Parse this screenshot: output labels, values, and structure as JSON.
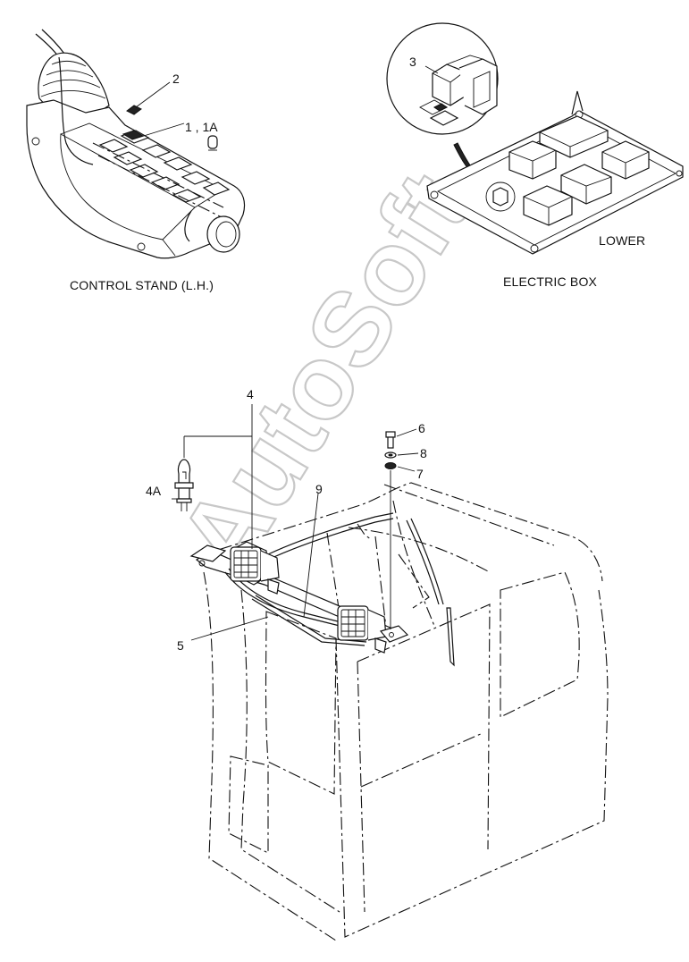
{
  "captions": {
    "control_stand": "CONTROL STAND (L.H.)",
    "electric_box": "ELECTRIC BOX",
    "lower": "LOWER"
  },
  "callouts": {
    "c2": "2",
    "c1_1a": "1 , 1A",
    "c3": "3",
    "c4": "4",
    "c4a": "4A",
    "c5": "5",
    "c6": "6",
    "c7": "7",
    "c8": "8",
    "c9": "9"
  },
  "watermark": "AutoSoft"
}
